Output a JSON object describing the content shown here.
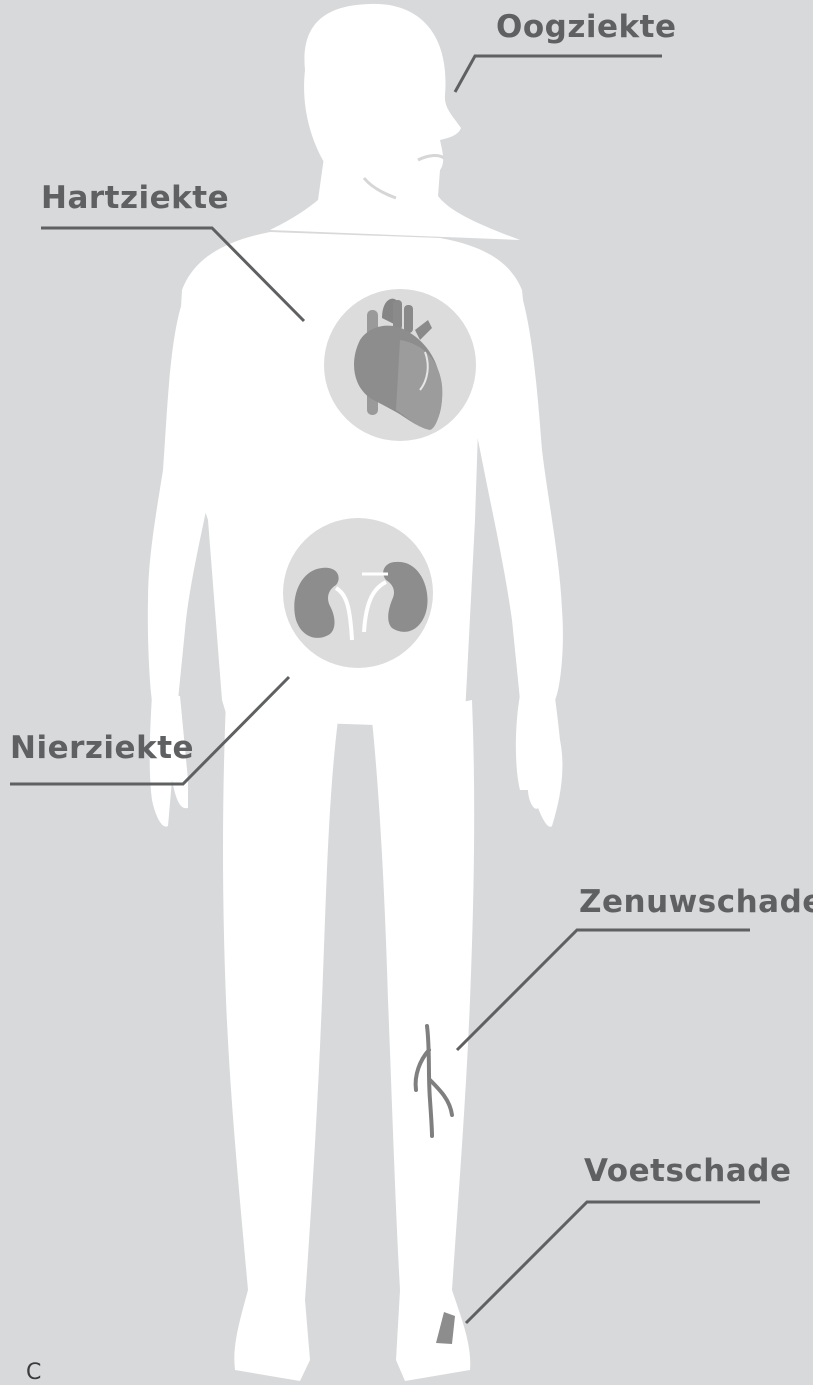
{
  "labels": {
    "eye": "Oogziekte",
    "heart": "Hartziekte",
    "kidney": "Nierziekte",
    "nerve": "Zenuwschade",
    "foot": "Voetschade"
  },
  "corner_mark": "C",
  "colors": {
    "background": "#d8d9db",
    "body": "#ffffff",
    "organ_circle": "#dcdcdc",
    "organ": "#8d8d8d",
    "line": "#5f6062"
  }
}
